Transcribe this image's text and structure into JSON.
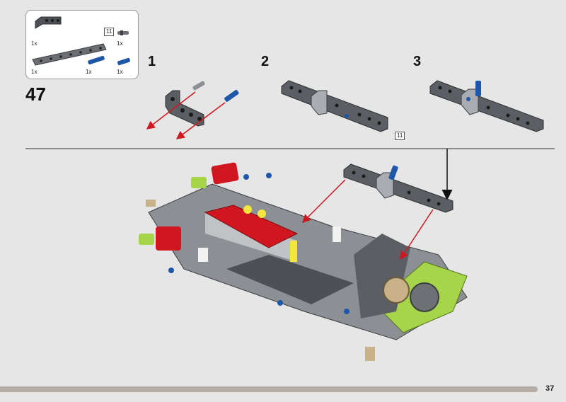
{
  "parts_callout": {
    "items": [
      {
        "icon": "angled-beam-icon",
        "qty": "1x"
      },
      {
        "icon": "axle-pin-icon",
        "qty": "1x"
      },
      {
        "icon": "long-beam-icon",
        "qty": "1x",
        "length_label": "11"
      },
      {
        "icon": "blue-axle-pin-icon",
        "qty": "1x"
      },
      {
        "icon": "blue-pin-icon",
        "qty": "1x"
      }
    ]
  },
  "step": {
    "number": "47",
    "substeps": [
      "1",
      "2",
      "3"
    ],
    "beam_length_label": "11"
  },
  "colors": {
    "dark_gray": "#5b5f63",
    "light_gray": "#a9adb1",
    "red": "#d0161e",
    "blue": "#1f57a8",
    "lime": "#a6d54a",
    "yellow": "#f4e63d",
    "arrow_red": "#d0161e"
  },
  "footer": {
    "page_number": "37",
    "progress": 0.95
  }
}
